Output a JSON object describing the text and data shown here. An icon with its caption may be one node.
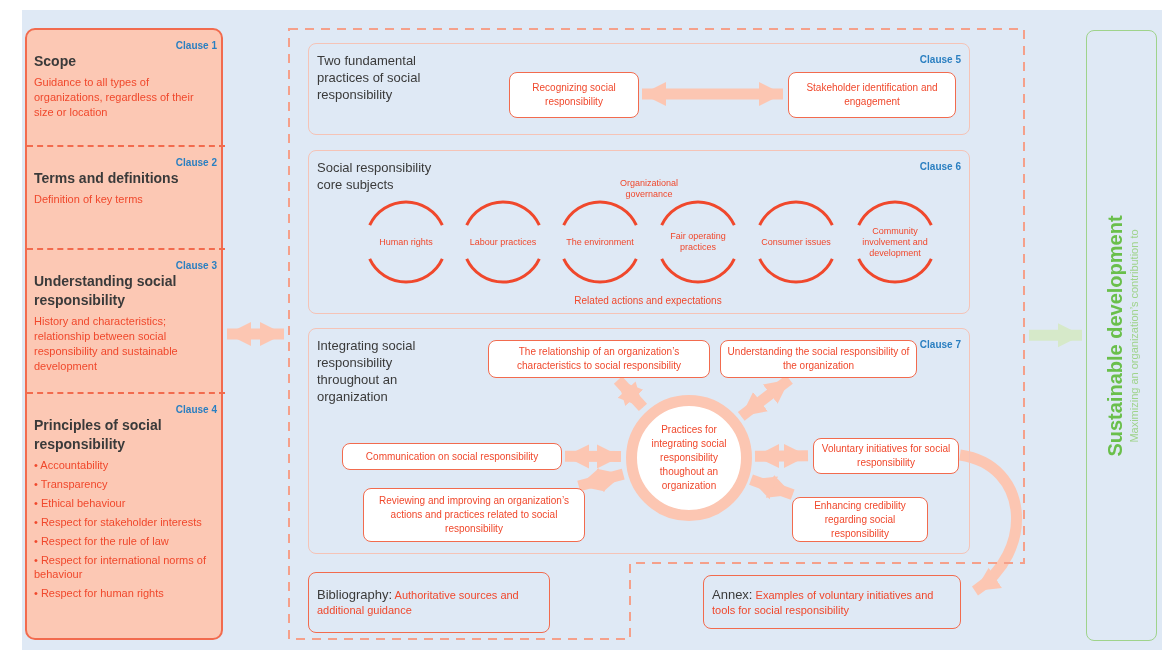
{
  "diagram": {
    "nodes": [
      {
        "text": [],
        "shape": "box"
      },
      {
        "text": [
          "Clause 1",
          "Scope",
          "Guidance to all types of organizations, regardless of their size or location"
        ],
        "in": 0
      },
      {
        "text": [
          "Clause 2",
          "Terms and definitions",
          "Definition of key terms"
        ],
        "in": 0
      },
      {
        "text": [
          "Clause 3",
          "Understanding social responsibility",
          "History and characteristics; relationship between social responsibility and sustainable development"
        ],
        "in": 0
      },
      {
        "text": [
          "Clause 4",
          "Principles of social responsibility",
          "• Accountability",
          "• Transparency",
          "• Ethical behaviour",
          "• Respect for stakeholder interests",
          "• Respect for the rule of law",
          "• Respect for international norms of behaviour",
          "• Respect for human rights"
        ],
        "in": 0
      },
      {
        "text": [],
        "shape": "box"
      },
      {
        "text": [
          "Two fundamental practices of social responsibility",
          "Clause 5"
        ],
        "in": 5
      },
      {
        "text": [
          "Recognizing social responsibility"
        ],
        "in": 6
      },
      {
        "text": [
          "Stakeholder identification and engagement"
        ],
        "in": 6
      },
      {
        "text": [
          "Social responsibility core subjects",
          "Clause 6",
          "Organizational governance",
          "Related actions and expectations"
        ],
        "in": 5
      },
      {
        "text": [
          "Human rights"
        ],
        "in": 9
      },
      {
        "text": [
          "Labour practices"
        ],
        "in": 9
      },
      {
        "text": [
          "The environment"
        ],
        "in": 9
      },
      {
        "text": [
          "Fair operating practices"
        ],
        "in": 9
      },
      {
        "text": [
          "Consumer issues"
        ],
        "in": 9
      },
      {
        "text": [
          "Community involvement and development"
        ],
        "in": 9
      },
      {
        "text": [
          "Integrating social responsibility throughout an organization",
          "Clause 7"
        ],
        "in": 5
      },
      {
        "text": [
          "The relationship of an organization’s characteristics to social responsibility"
        ],
        "in": 16
      },
      {
        "text": [
          "Understanding the social responsibility of the organization"
        ],
        "in": 16
      },
      {
        "text": [
          "Communication on social responsibility"
        ],
        "in": 16
      },
      {
        "text": [
          "Practices for integrating social responsibility thoughout an organization"
        ],
        "in": 16
      },
      {
        "text": [
          "Voluntary initiatives for social responsibility"
        ],
        "in": 16
      },
      {
        "text": [
          "Reviewing and improving an organization’s actions and practices related to social responsibility"
        ],
        "in": 16
      },
      {
        "text": [
          "Enhancing credibility regarding social responsibility"
        ],
        "in": 16
      },
      {
        "text": [
          "Bibliography:",
          "Authoritative sources and additional guidance"
        ],
        "in": 5
      },
      {
        "text": [
          "Annex:",
          "Examples of voluntary initiatives and tools for social responsibility"
        ]
      },
      {
        "text": [
          "Maximizing an organization’s contribution to",
          "Sustainable development"
        ]
      }
    ],
    "edges": [
      {
        "from": 0,
        "to": 5,
        "arrow": "both"
      },
      {
        "from": 7,
        "to": 8,
        "arrow": "both"
      },
      {
        "from": 5,
        "to": 26,
        "arrow": "to",
        "color": "#d6e9c9"
      },
      {
        "from": 17,
        "to": 20,
        "arrow": "both"
      },
      {
        "from": 18,
        "to": 20,
        "arrow": "both"
      },
      {
        "from": 19,
        "to": 20,
        "arrow": "both"
      },
      {
        "from": 21,
        "to": 20,
        "arrow": "both"
      },
      {
        "from": 22,
        "to": 20,
        "arrow": "both"
      },
      {
        "from": 23,
        "to": 20,
        "arrow": "both"
      },
      {
        "from": 21,
        "to": 25,
        "arrow": "to"
      }
    ]
  }
}
